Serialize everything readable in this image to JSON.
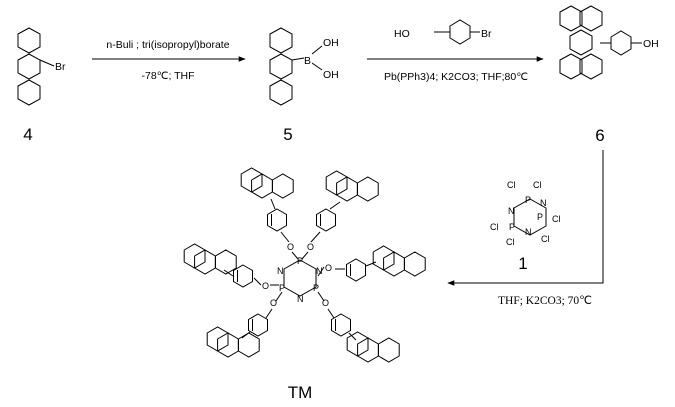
{
  "compounds": [
    {
      "id": "4",
      "substituent": "Br"
    },
    {
      "id": "5",
      "substituents": [
        "OH",
        "OH",
        "B"
      ]
    },
    {
      "id": "6",
      "substituent": "OH"
    },
    {
      "id": "1",
      "atoms": [
        "Cl",
        "Cl",
        "P",
        "N",
        "P",
        "Cl",
        "Cl",
        "N",
        "P",
        "Cl",
        "Cl",
        "N"
      ]
    },
    {
      "id": "TM",
      "core_atoms": [
        "P",
        "N",
        "N",
        "P",
        "N",
        "P"
      ],
      "oxygen": "O"
    }
  ],
  "steps": [
    {
      "name": "step-1",
      "above": "n-Buli ; tri(isopropyl)borate",
      "below": "-78℃; THF"
    },
    {
      "name": "step-2",
      "above_reagent_substituents": [
        "HO",
        "Br"
      ],
      "below": "Pb(PPh3)4; K2CO3; THF;80℃"
    },
    {
      "name": "step-3",
      "below": "THF; K2CO3; 70℃"
    }
  ]
}
